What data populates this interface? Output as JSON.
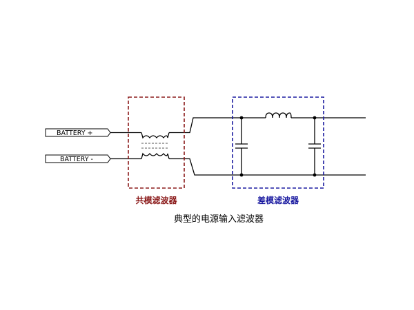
{
  "inputs": {
    "battery_pos": "BATTERY +",
    "battery_neg": "BATTERY -"
  },
  "labels": {
    "common_mode": "共模滤波器",
    "differential_mode": "差模滤波器",
    "caption": "典型的电源输入滤波器"
  },
  "colors": {
    "common_mode_box": "#8b1a1a",
    "differential_mode_box": "#1a1aa0",
    "wire": "#000000",
    "background": "#ffffff"
  }
}
